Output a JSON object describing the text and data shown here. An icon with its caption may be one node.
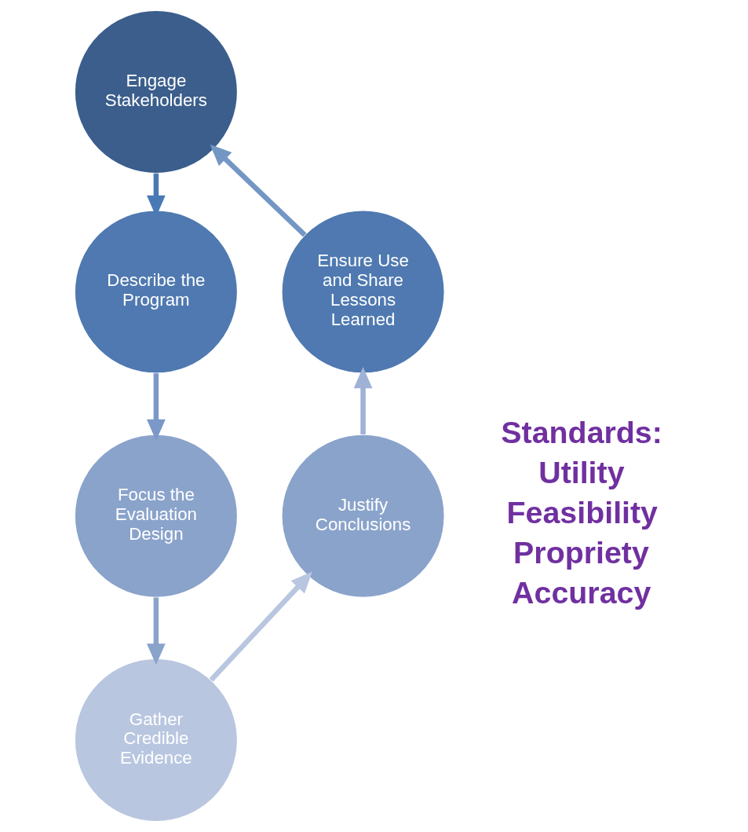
{
  "diagram": {
    "nodes": [
      {
        "text": [
          "Engage Stakeholders"
        ]
      },
      {
        "text": [
          "Describe the Program"
        ]
      },
      {
        "text": [
          "Focus the Evaluation Design"
        ]
      },
      {
        "text": [
          "Gather Credible Evidence"
        ]
      },
      {
        "text": [
          "Justify Conclusions"
        ]
      },
      {
        "text": [
          "Ensure Use and Share Lessons Learned"
        ]
      }
    ],
    "edges": [
      {
        "from": 0,
        "to": 1,
        "arrow": "to",
        "color": "#4a7ab5"
      },
      {
        "from": 1,
        "to": 2,
        "arrow": "to",
        "color": "#7b98c8"
      },
      {
        "from": 2,
        "to": 3,
        "arrow": "to",
        "color": "#8aa3cb"
      },
      {
        "from": 3,
        "to": 4,
        "arrow": "to",
        "color": "#b8c6e0"
      },
      {
        "from": 4,
        "to": 5,
        "arrow": "to",
        "color": "#9fb2d6"
      },
      {
        "from": 5,
        "to": 0,
        "arrow": "to",
        "color": "#7396c4"
      }
    ],
    "labels": [
      "Standards:",
      "Utility",
      "Feasibility",
      "Propriety",
      "Accuracy"
    ]
  }
}
